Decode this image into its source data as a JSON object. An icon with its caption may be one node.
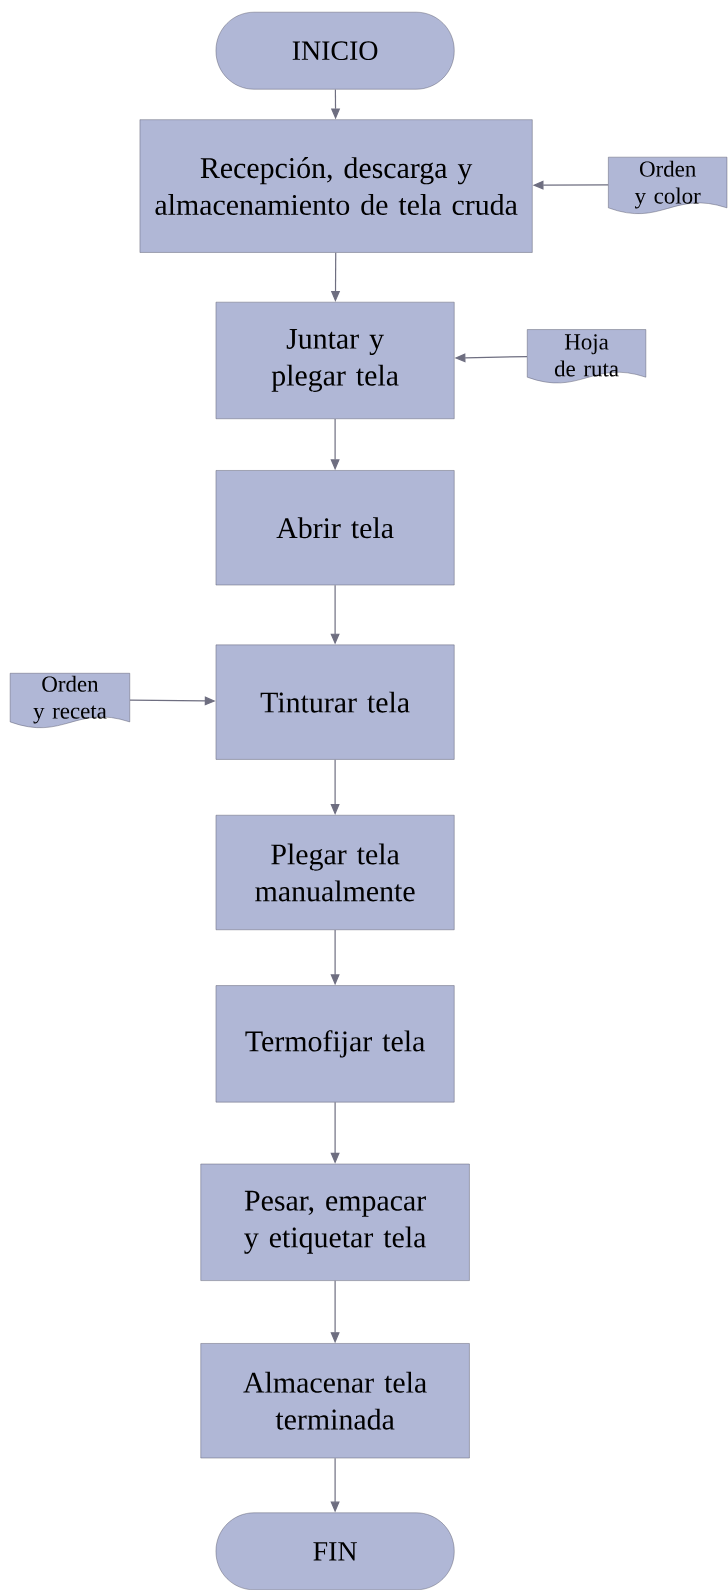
{
  "diagram": {
    "nodes": [
      {
        "text": [
          "INICIO"
        ]
      },
      {
        "text": [
          "Recepción, descarga y almacenamiento de tela cruda"
        ]
      },
      {
        "text": [
          "Orden y color"
        ]
      },
      {
        "text": [
          "Juntar y plegar tela"
        ]
      },
      {
        "text": [
          "Hoja de ruta"
        ]
      },
      {
        "text": [
          "Abrir tela"
        ]
      },
      {
        "text": [
          "Tinturar tela"
        ]
      },
      {
        "text": [
          "Orden y receta"
        ]
      },
      {
        "text": [
          "Plegar tela manualmente"
        ]
      },
      {
        "text": [
          "Termofijar tela"
        ]
      },
      {
        "text": [
          "Pesar, empacar y etiquetar tela"
        ]
      },
      {
        "text": [
          "Almacenar tela terminada"
        ]
      },
      {
        "text": [
          "FIN"
        ]
      }
    ],
    "edges": [
      {
        "from": 0,
        "to": 1,
        "arrow": "to"
      },
      {
        "from": 2,
        "to": 1,
        "arrow": "to"
      },
      {
        "from": 1,
        "to": 3,
        "arrow": "to"
      },
      {
        "from": 4,
        "to": 3,
        "arrow": "to"
      },
      {
        "from": 3,
        "to": 5,
        "arrow": "to"
      },
      {
        "from": 5,
        "to": 6,
        "arrow": "to"
      },
      {
        "from": 7,
        "to": 6,
        "arrow": "to"
      },
      {
        "from": 6,
        "to": 8,
        "arrow": "to"
      },
      {
        "from": 8,
        "to": 9,
        "arrow": "to"
      },
      {
        "from": 9,
        "to": 10,
        "arrow": "to"
      },
      {
        "from": 10,
        "to": 11,
        "arrow": "to"
      },
      {
        "from": 11,
        "to": 12,
        "arrow": "to"
      }
    ]
  }
}
